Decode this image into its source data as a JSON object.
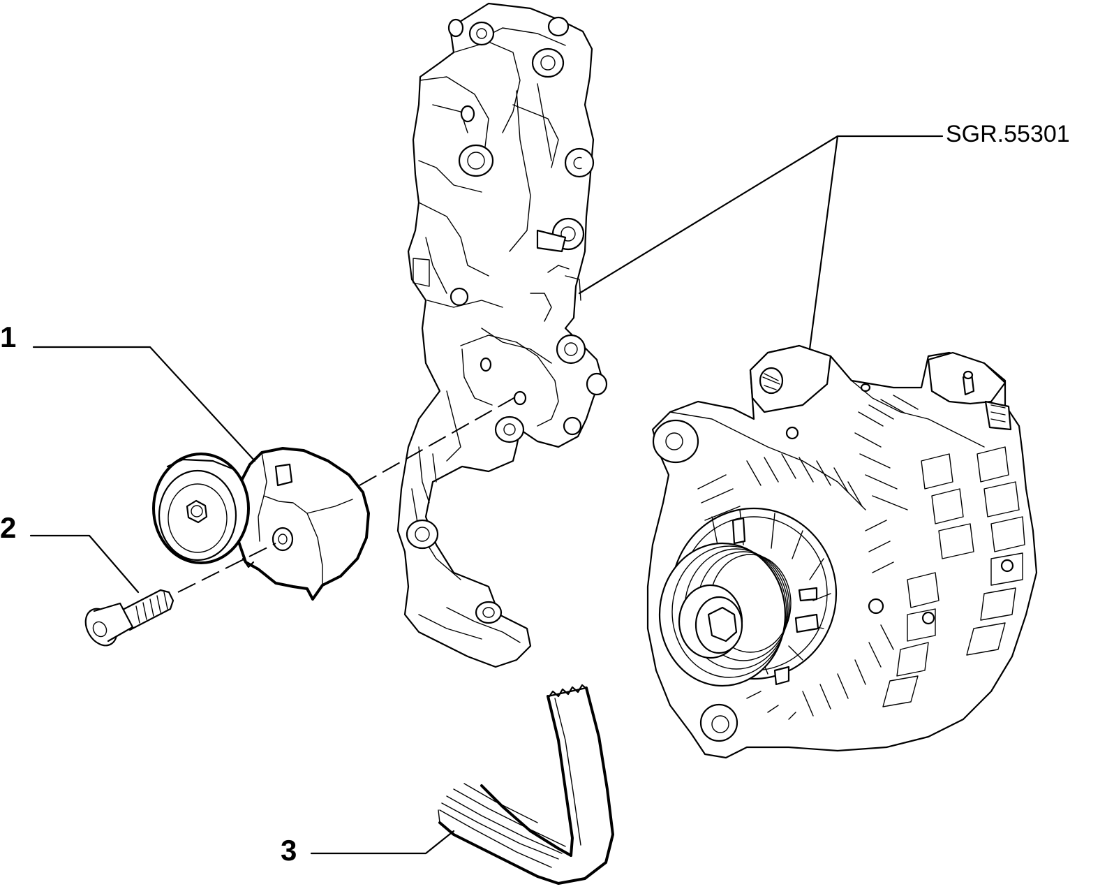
{
  "callouts": [
    {
      "id": "1",
      "label": "1"
    },
    {
      "id": "2",
      "label": "2"
    },
    {
      "id": "3",
      "label": "3"
    }
  ],
  "reference": {
    "label": "SGR.55301"
  },
  "colors": {
    "line": "#000000",
    "background": "#ffffff"
  }
}
